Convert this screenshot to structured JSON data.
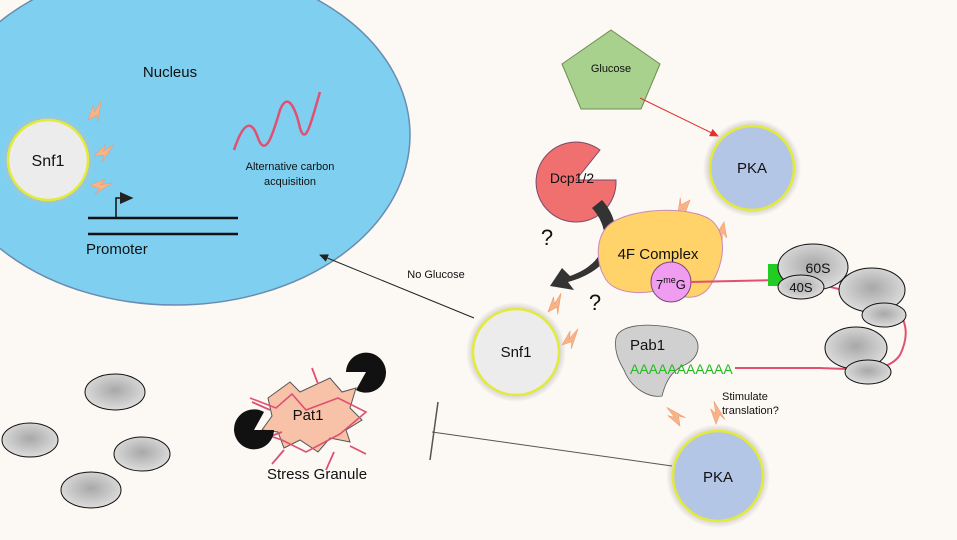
{
  "labels": {
    "nucleus": "Nucleus",
    "snf1_nucleus": "Snf1",
    "alt_carbon_line1": "Alternative carbon",
    "alt_carbon_line2": "acquisition",
    "promoter": "Promoter",
    "glucose": "Glucose",
    "pka_top": "PKA",
    "dcp": "Dcp1/2",
    "question_1": "?",
    "question_2": "?",
    "complex_4f": "4F Complex",
    "cap_7": "7",
    "cap_me": "me",
    "cap_g": "G",
    "ribo_60s": "60S",
    "ribo_40s": "40S",
    "no_glucose": "No Glucose",
    "snf1_center": "Snf1",
    "pab1": "Pab1",
    "polya": "AAAAAAAAAAA",
    "stimulate_line1": "Stimulate",
    "stimulate_line2": "translation?",
    "pat1": "Pat1",
    "stress_granule": "Stress Granule",
    "pka_bottom": "PKA"
  },
  "colors": {
    "background": "#fcf8f3",
    "nucleus": "#7fd0f0",
    "snf1_fill": "#ececec",
    "snf1_ring": "#e4ea3c",
    "pka_fill": "#b4c6e6",
    "glucose": "#a9d18e",
    "dcp": "#f07070",
    "complex_4f": "#ffd26a",
    "cap": "#f09cf0",
    "mrna": "#e05070",
    "polya": "#22bb22",
    "pat1": "#f8c2a8",
    "ribosome": "#c8c8c8",
    "phospho": "#f7b48a"
  }
}
